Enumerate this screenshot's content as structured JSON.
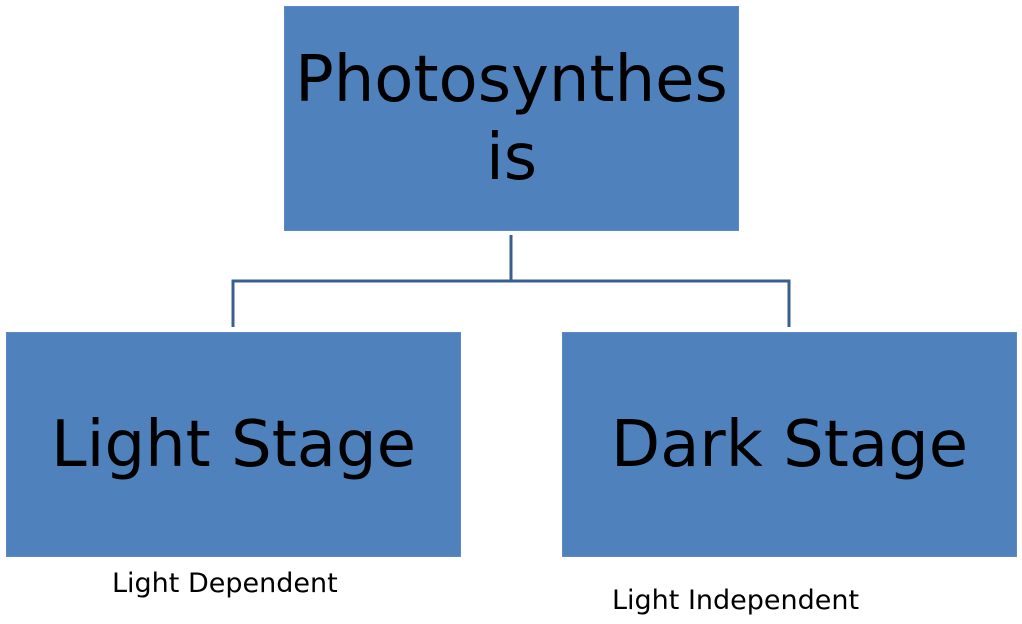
{
  "colors": {
    "node_fill": "#4f81bd",
    "connector": "#3a5f8f",
    "text": "#000000"
  },
  "diagram": {
    "root": {
      "label": "Photosynthesis"
    },
    "children": [
      {
        "label": "Light Stage",
        "caption": "Light Dependent"
      },
      {
        "label": "Dark Stage",
        "caption": "Light Independent"
      }
    ]
  }
}
